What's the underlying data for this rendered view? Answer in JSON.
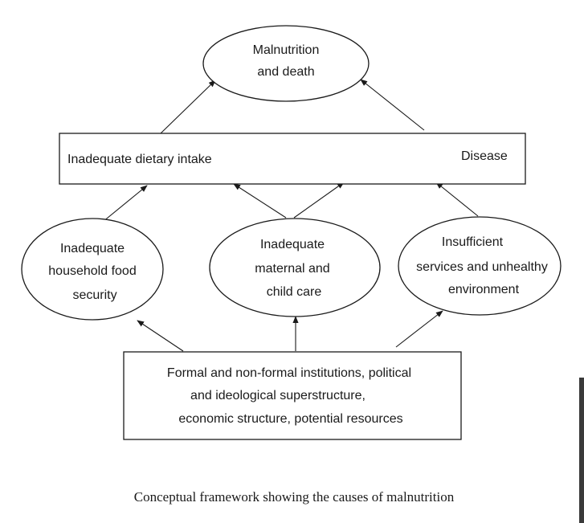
{
  "nodes": {
    "malnutrition": {
      "lines": [
        "Malnutrition",
        "and death"
      ]
    },
    "intake": {
      "text": "Inadequate dietary intake"
    },
    "disease": {
      "text": "Disease"
    },
    "food_security": {
      "lines": [
        "Inadequate",
        "household food",
        "security"
      ]
    },
    "care": {
      "lines": [
        "Inadequate",
        "maternal and",
        "child care"
      ]
    },
    "services": {
      "lines": [
        "Insufficient",
        "services and unhealthy",
        "environment"
      ]
    },
    "basic_causes": {
      "lines": [
        "Formal and non-formal institutions, political",
        "and ideological superstructure,",
        "economic structure, potential resources"
      ]
    }
  },
  "caption": "Conceptual framework showing the causes of malnutrition"
}
